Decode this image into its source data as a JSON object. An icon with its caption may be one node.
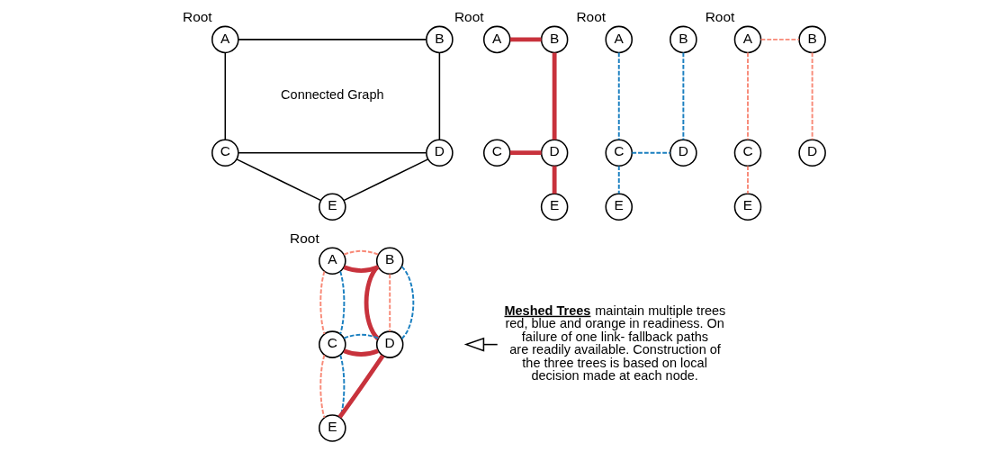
{
  "diagram": {
    "nodes": [
      {
        "text": [
          "A"
        ],
        "beside": [
          "Root"
        ]
      },
      {
        "text": [
          "B"
        ]
      },
      {
        "text": [
          "C"
        ]
      },
      {
        "text": [
          "D"
        ]
      },
      {
        "text": [
          "E"
        ]
      },
      {
        "text": [
          "A"
        ],
        "beside": [
          "Root"
        ]
      },
      {
        "text": [
          "B"
        ]
      },
      {
        "text": [
          "C"
        ]
      },
      {
        "text": [
          "D"
        ]
      },
      {
        "text": [
          "E"
        ]
      },
      {
        "text": [
          "A"
        ],
        "beside": [
          "Root"
        ]
      },
      {
        "text": [
          "B"
        ]
      },
      {
        "text": [
          "C"
        ]
      },
      {
        "text": [
          "D"
        ]
      },
      {
        "text": [
          "E"
        ]
      },
      {
        "text": [
          "A"
        ],
        "beside": [
          "Root"
        ]
      },
      {
        "text": [
          "B"
        ]
      },
      {
        "text": [
          "C"
        ]
      },
      {
        "text": [
          "D"
        ]
      },
      {
        "text": [
          "E"
        ]
      },
      {
        "text": [
          "A"
        ],
        "beside": [
          "Root"
        ]
      },
      {
        "text": [
          "B"
        ]
      },
      {
        "text": [
          "C"
        ]
      },
      {
        "text": [
          "D"
        ]
      },
      {
        "text": [
          "E"
        ]
      },
      {
        "text": [
          "**Meshed Trees** maintain multiple trees red, blue and orange in readiness. On failure of one link- fallback paths are readily available. Construction of the three trees is based on local decision made at each node."
        ]
      }
    ],
    "edges": [
      {
        "from": 0,
        "to": 1,
        "arrow": "none",
        "color": "#000000"
      },
      {
        "from": 0,
        "to": 2,
        "arrow": "none",
        "color": "#000000"
      },
      {
        "from": 1,
        "to": 3,
        "arrow": "none",
        "color": "#000000"
      },
      {
        "from": 2,
        "to": 3,
        "arrow": "none",
        "color": "#000000"
      },
      {
        "from": 2,
        "to": 4,
        "arrow": "none",
        "color": "#000000"
      },
      {
        "from": 3,
        "to": 4,
        "arrow": "none",
        "color": "#000000"
      },
      {
        "from": 5,
        "to": 6,
        "arrow": "none",
        "style": "thick",
        "color": "#c8323c"
      },
      {
        "from": 6,
        "to": 8,
        "arrow": "none",
        "style": "thick",
        "color": "#c8323c"
      },
      {
        "from": 7,
        "to": 8,
        "arrow": "none",
        "style": "thick",
        "color": "#c8323c"
      },
      {
        "from": 8,
        "to": 9,
        "arrow": "none",
        "style": "thick",
        "color": "#c8323c"
      },
      {
        "from": 10,
        "to": 12,
        "arrow": "none",
        "style": "dashed",
        "color": "#1a7fc0"
      },
      {
        "from": 11,
        "to": 13,
        "arrow": "none",
        "style": "dashed",
        "color": "#1a7fc0"
      },
      {
        "from": 12,
        "to": 13,
        "arrow": "none",
        "style": "dashed",
        "color": "#1a7fc0"
      },
      {
        "from": 12,
        "to": 14,
        "arrow": "none",
        "style": "dashed",
        "color": "#1a7fc0"
      },
      {
        "from": 15,
        "to": 16,
        "arrow": "none",
        "style": "dashed",
        "color": "#f88a78"
      },
      {
        "from": 15,
        "to": 17,
        "arrow": "none",
        "style": "dashed",
        "color": "#f88a78"
      },
      {
        "from": 16,
        "to": 18,
        "arrow": "none",
        "style": "dashed",
        "color": "#f88a78"
      },
      {
        "from": 17,
        "to": 19,
        "arrow": "none",
        "style": "dashed",
        "color": "#f88a78"
      },
      {
        "from": 20,
        "to": 21,
        "arrow": "none",
        "style": "thick",
        "color": "#c8323c"
      },
      {
        "from": 21,
        "to": 23,
        "arrow": "none",
        "style": "thick",
        "color": "#c8323c"
      },
      {
        "from": 22,
        "to": 23,
        "arrow": "none",
        "style": "thick",
        "color": "#c8323c"
      },
      {
        "from": 23,
        "to": 24,
        "arrow": "none",
        "style": "thick",
        "color": "#c8323c"
      },
      {
        "from": 20,
        "to": 21,
        "arrow": "none",
        "style": "dashed",
        "color": "#f88a78"
      },
      {
        "from": 20,
        "to": 22,
        "arrow": "none",
        "style": "dashed",
        "color": "#f88a78"
      },
      {
        "from": 21,
        "to": 23,
        "arrow": "none",
        "style": "dashed",
        "color": "#f88a78"
      },
      {
        "from": 22,
        "to": 24,
        "arrow": "none",
        "style": "dashed",
        "color": "#f88a78"
      },
      {
        "from": 20,
        "to": 22,
        "arrow": "none",
        "style": "dashed",
        "color": "#1a7fc0"
      },
      {
        "from": 21,
        "to": 23,
        "arrow": "none",
        "style": "dashed",
        "color": "#1a7fc0"
      },
      {
        "from": 22,
        "to": 23,
        "arrow": "none",
        "style": "dashed",
        "color": "#1a7fc0"
      },
      {
        "from": 22,
        "to": 24,
        "arrow": "none",
        "style": "dashed",
        "color": "#1a7fc0"
      },
      {
        "from": 25,
        "to": null,
        "arrow": "to",
        "color": "#000000"
      }
    ],
    "labels": [
      "Connected Graph"
    ]
  }
}
